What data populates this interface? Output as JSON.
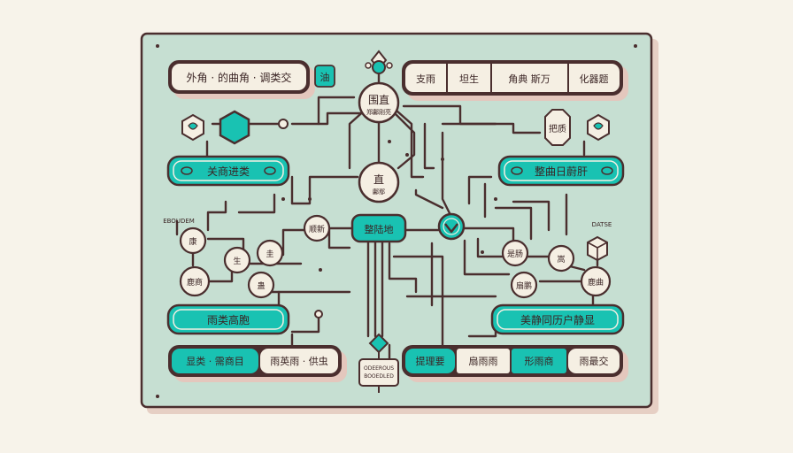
{
  "colors": {
    "panel": "#c6dfd2",
    "frame": "#4a2e2e",
    "teal": "#19c2b2",
    "dark": "#4a2e2e",
    "cream": "#f7f3ea",
    "node_fill": "#f5efe3"
  },
  "top_left_bar": {
    "text": "外角 · 的曲角 · 调类交"
  },
  "top_left_badge": {
    "text": "油"
  },
  "top_right_bar": {
    "segments": [
      "支雨",
      "坦生",
      "角典 斯万",
      "化器题"
    ]
  },
  "top_right_badge": {
    "text": "把质"
  },
  "left_pill_1": {
    "text": "关商进类"
  },
  "right_pill_1": {
    "text": "整曲日蔚肝"
  },
  "left_pill_2": {
    "text": "雨类高胞"
  },
  "right_pill_2": {
    "text": "美静同历户静显"
  },
  "bottom_left_bar": {
    "segments": [
      "显类 · 需商目",
      "雨英雨 · 供虫"
    ]
  },
  "bottom_right_bar": {
    "segments": [
      "提理要",
      "扇雨雨",
      "形雨商",
      "雨最交"
    ]
  },
  "hub_top": {
    "title": "围直",
    "sub": "郑鄘刚亮"
  },
  "hub_mid": {
    "title": "直",
    "sub": "鄘鄢"
  },
  "center_pill": {
    "text": "整陆地"
  },
  "left_label": {
    "text": "EBOUDEM"
  },
  "right_label": {
    "text": "DATSE"
  },
  "node_labels": {
    "n_a": "顺新",
    "n_b": "康",
    "n_c": "圭",
    "n_d": "鹿商",
    "n_e": "生",
    "n_f": "蛊",
    "n_g": "是肠",
    "n_h": "嵩",
    "n_i": "鹿曲",
    "n_j": "扇鹏"
  },
  "bottom_tag": {
    "line1": "ODEEROUS",
    "line2": "BOOEDLED"
  }
}
